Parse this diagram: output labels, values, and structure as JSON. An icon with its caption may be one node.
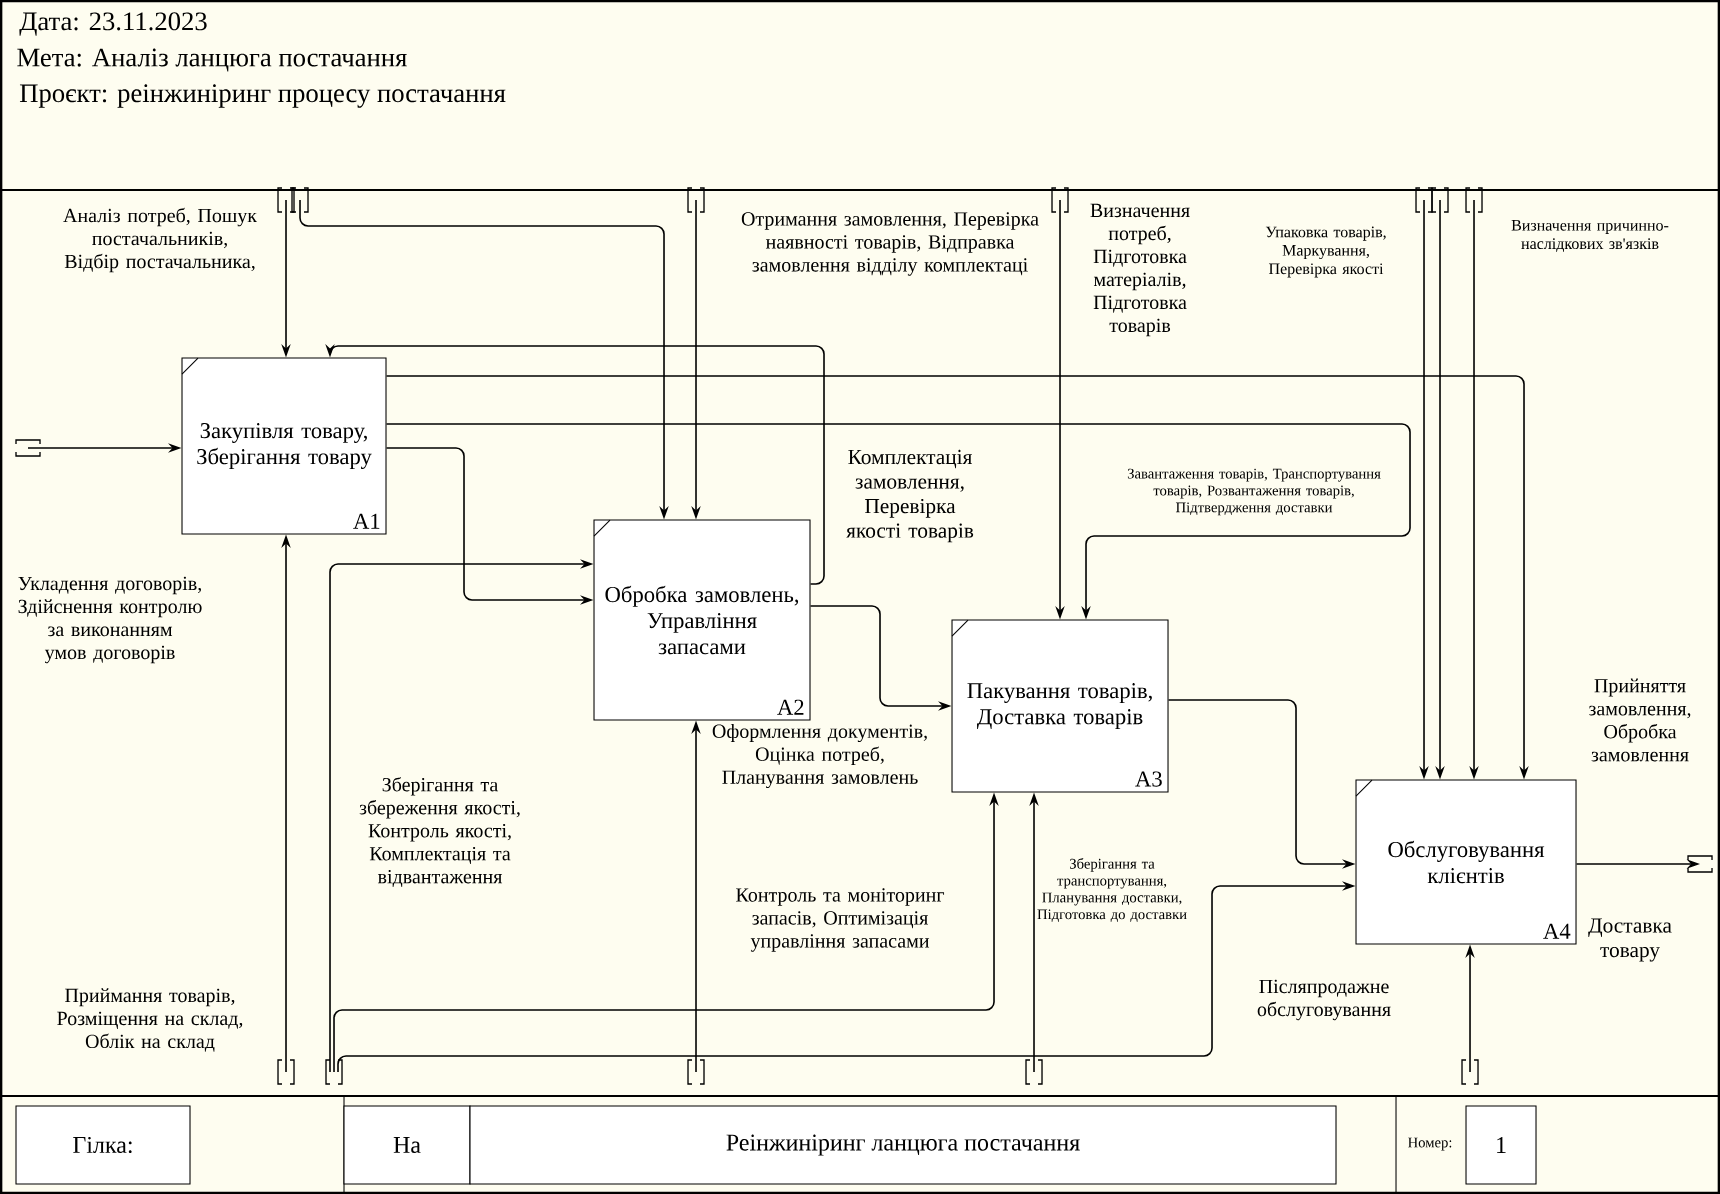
{
  "diagram": {
    "title": "Мета: Аналіз ланцюга постачання",
    "nodes": [
      {
        "text": [
          "Закупівля товару, Зберігання товару",
          "A1"
        ]
      },
      {
        "text": [
          "Обробка замовлень, Управління запасами",
          "A2"
        ]
      },
      {
        "text": [
          "Пакування товарів, Доставка товарів",
          "A3"
        ]
      },
      {
        "text": [
          "Обслуговування клієнтів",
          "A4"
        ]
      }
    ],
    "edges": [
      {
        "from": null,
        "to": 0,
        "arrow": "to"
      },
      {
        "from": 0,
        "to": 1,
        "arrow": "to"
      },
      {
        "from": 1,
        "to": 2,
        "arrow": "to"
      },
      {
        "from": 2,
        "to": 3,
        "arrow": "to"
      },
      {
        "from": null,
        "to": 0,
        "arrow": "to"
      },
      {
        "from": null,
        "to": 1,
        "arrow": "to"
      },
      {
        "from": null,
        "to": 1,
        "arrow": "to"
      },
      {
        "from": 1,
        "to": 0,
        "arrow": "to"
      },
      {
        "from": 0,
        "to": 3,
        "arrow": "to"
      },
      {
        "from": 0,
        "to": 2,
        "arrow": "to"
      },
      {
        "from": null,
        "to": 2,
        "arrow": "to"
      },
      {
        "from": null,
        "to": 3,
        "arrow": "to"
      },
      {
        "from": null,
        "to": 3,
        "arrow": "to"
      },
      {
        "from": null,
        "to": 3,
        "arrow": "to"
      },
      {
        "from": null,
        "to": 0,
        "arrow": "to"
      },
      {
        "from": null,
        "to": 1,
        "arrow": "to"
      },
      {
        "from": null,
        "to": 2,
        "arrow": "to"
      },
      {
        "from": null,
        "to": 3,
        "arrow": "to"
      },
      {
        "from": 3,
        "to": null,
        "arrow": "to"
      },
      {
        "from": null,
        "to": 1,
        "arrow": "to"
      },
      {
        "from": null,
        "to": 2,
        "arrow": "to"
      },
      {
        "from": null,
        "to": 3,
        "arrow": "to"
      }
    ],
    "labels": [
      "Дата: 23.11.2023",
      "Проєкт: реінжиніринг процесу постачання",
      "Аналіз потреб, Пошук постачальників, Відбір постачальника,",
      "Отримання замовлення, Перевірка наявності товарів, Відправка замовлення відділу комплектаці",
      "Визначення потреб, Підготовка матеріалів, Підготовка товарів",
      "Упаковка товарів, Маркування, Перевірка якості",
      "Визначення причинно-наслідкових зв'язків",
      "Комплектація замовлення, Перевірка якості товарів",
      "Завантаження товарів, Транспортування товарів, Розвантаження товарів, Підтвердження доставки",
      "Укладення договорів, Здійснення контролю за виконанням умов договорів",
      "Прийняття замовлення, Обробка замовлення",
      "Зберігання та збереження якості, Контроль якості, Комплектація та відвантаження",
      "Оформлення документів, Оцінка потреб, Планування замовлень",
      "Контроль та моніторинг запасів, Оптимізація управління запасами",
      "Зберігання та транспортування, Планування доставки, Підготовка до доставки",
      "Доставка товару",
      "Приймання товарів, Розміщення на склад, Облік на склад",
      "Післяпродажне обслуговування",
      "Гілка:",
      "На",
      "Реінжиніринг ланцюга постачання",
      "Номер:",
      "1"
    ]
  }
}
